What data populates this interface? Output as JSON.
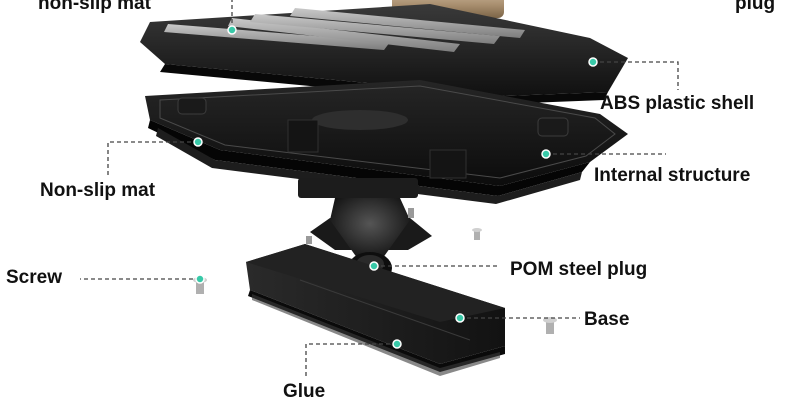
{
  "diagram": {
    "labels": {
      "top_left_cut": "non-slip mat",
      "top_right_cut": "plug",
      "abs_shell": "ABS plastic shell",
      "non_slip_mat": "Non-slip mat",
      "internal_structure": "Internal structure",
      "screw": "Screw",
      "pom_plug": "POM steel plug",
      "base": "Base",
      "glue": "Glue"
    },
    "colors": {
      "marker": "#38c9a8",
      "leader": "#444444",
      "part_dark": "#1c1c1c",
      "part_highlight": "#8a8a8a",
      "text": "#111111"
    }
  }
}
